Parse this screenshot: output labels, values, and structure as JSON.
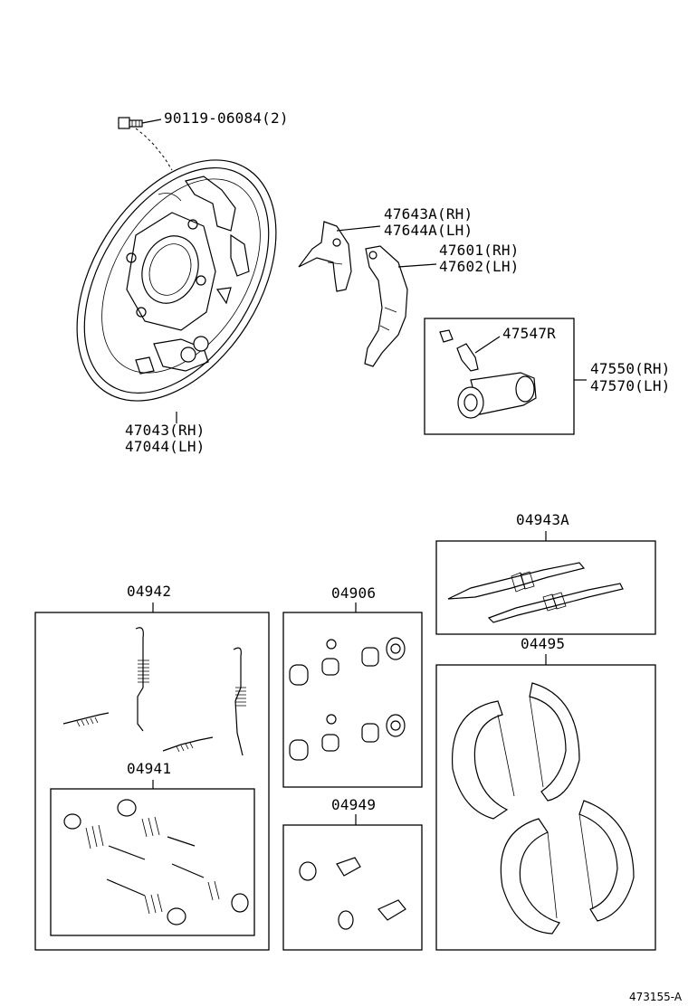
{
  "labels": {
    "bolt": "90119-06084(2)",
    "lever_rh": "47643A(RH)",
    "lever_lh": "47644A(LH)",
    "strut_rh": "47601(RH)",
    "strut_lh": "47602(LH)",
    "bleeder": "47547R",
    "cylinder_rh": "47550(RH)",
    "cylinder_lh": "47570(LH)",
    "backing_plate_rh": "47043(RH)",
    "backing_plate_lh": "47044(LH)",
    "adjuster_kit": "04943A",
    "spring_kit": "04942",
    "cup_kit": "04906",
    "shoe_set": "04495",
    "hold_down_kit": "04941",
    "boot_kit": "04949"
  },
  "figure_ref": "473155-A"
}
